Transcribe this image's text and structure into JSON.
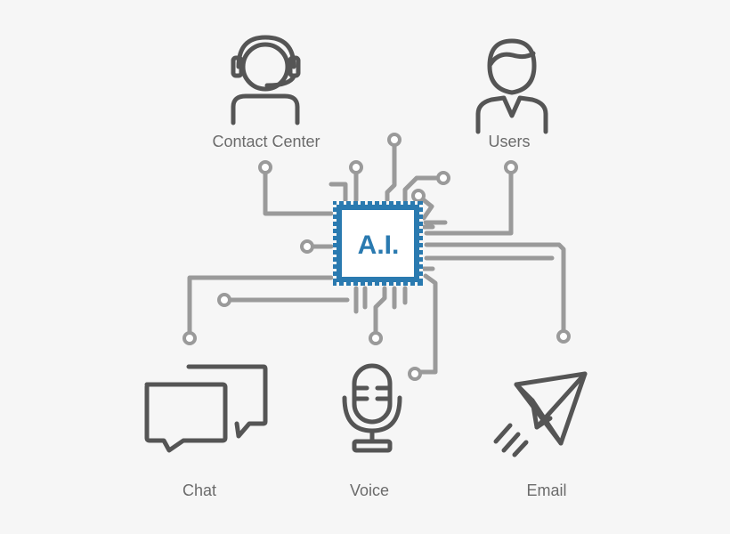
{
  "labels": {
    "contact_center": "Contact Center",
    "users": "Users",
    "chat": "Chat",
    "voice": "Voice",
    "email": "Email"
  },
  "chip": {
    "text": "A.I.",
    "accent_color": "#2a7ab0"
  },
  "colors": {
    "icon": "#555555",
    "trace": "#9a9a9a",
    "label": "#6b6b6b"
  }
}
